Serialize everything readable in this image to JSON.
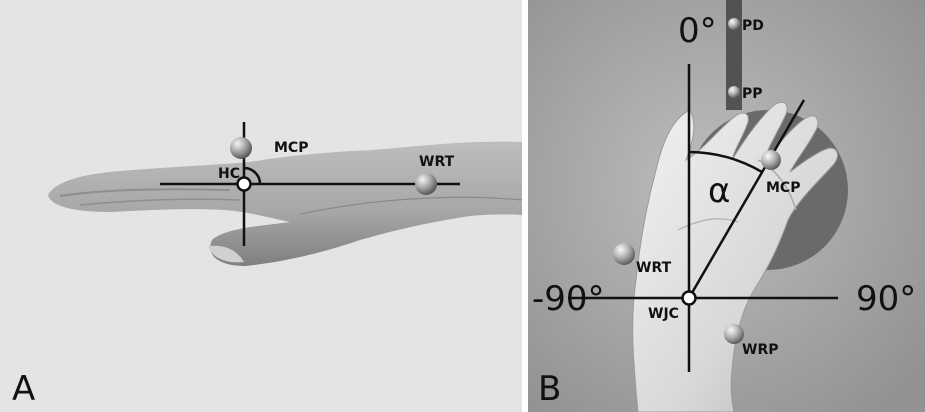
{
  "panel_a": {
    "letter": "A",
    "markers": {
      "mcp": "MCP",
      "hc": "HC",
      "wrt": "WRT"
    }
  },
  "panel_b": {
    "letter": "B",
    "angles": {
      "top": "0°",
      "left": "-90°",
      "right": "90°",
      "alpha": "α"
    },
    "markers": {
      "pd": "PD",
      "pp": "PP",
      "mcp": "MCP",
      "wrt": "WRT",
      "wjc": "WJC",
      "wrp": "WRP"
    }
  }
}
